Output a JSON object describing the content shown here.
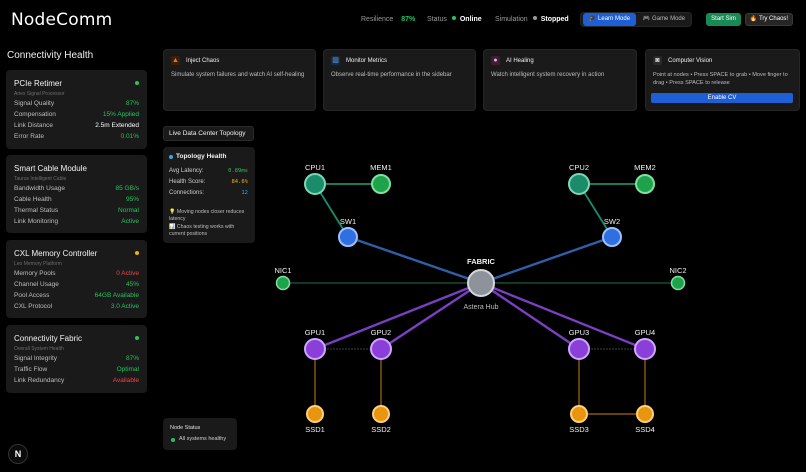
{
  "header": {
    "brand": "NodeComm",
    "resilience_label": "Resilience",
    "resilience_value": "87%",
    "status_label": "Status",
    "status_value": "Online",
    "simulation_label": "Simulation",
    "simulation_value": "Stopped",
    "learn_mode": "🎓 Learn Mode",
    "game_mode": "🎮 Game Mode",
    "start_sim": "Start Sim",
    "try_chaos": "🔥 Try Chaos!"
  },
  "sidebar": {
    "title": "Connectivity Health",
    "cards": [
      {
        "name": "PCIe Retimer",
        "sub": "Aries Signal Processor",
        "rows": [
          {
            "k": "Signal Quality",
            "v": "87%"
          },
          {
            "k": "Compensation",
            "v": "15% Applied"
          },
          {
            "k": "Link Distance",
            "v": "2.5m Extended"
          },
          {
            "k": "Error Rate",
            "v": "0.01%"
          }
        ]
      },
      {
        "name": "Smart Cable Module",
        "sub": "Taurus Intelligent Cable",
        "rows": [
          {
            "k": "Bandwidth Usage",
            "v": "85 GB/s"
          },
          {
            "k": "Cable Health",
            "v": "95%"
          },
          {
            "k": "Thermal Status",
            "v": "Normal"
          },
          {
            "k": "Link Monitoring",
            "v": "Active"
          }
        ]
      },
      {
        "name": "CXL Memory Controller",
        "sub": "Leo Memory Platform",
        "rows": [
          {
            "k": "Memory Pools",
            "v": "0 Active"
          },
          {
            "k": "Channel Usage",
            "v": "45%"
          },
          {
            "k": "Pool Access",
            "v": "64GB Available"
          },
          {
            "k": "CXL Protocol",
            "v": "3.0 Active"
          }
        ]
      },
      {
        "name": "Connectivity Fabric",
        "sub": "Overall System Health",
        "rows": [
          {
            "k": "Signal Integrity",
            "v": "87%"
          },
          {
            "k": "Traffic Flow",
            "v": "Optimal"
          },
          {
            "k": "Link Redundancy",
            "v": "Available"
          }
        ]
      }
    ]
  },
  "features": [
    {
      "title": "Inject Chaos",
      "icon": "flame-icon",
      "desc": "Simulate system failures and watch AI self-healing"
    },
    {
      "title": "Monitor Metrics",
      "icon": "chart-icon",
      "desc": "Observe real-time performance in the sidebar"
    },
    {
      "title": "AI Healing",
      "icon": "brain-icon",
      "desc": "Watch intelligent system recovery in action"
    },
    {
      "title": "Computer Vision",
      "icon": "camera-icon",
      "desc": "Point at nodes • Press SPACE to grab • Move finger to drag • Press SPACE to release",
      "button": "Enable CV"
    }
  ],
  "topology": {
    "title": "Live Data Center Topology",
    "health": {
      "title": "Topology Health",
      "rows": [
        {
          "k": "Avg Latency:",
          "v": "0.89ms"
        },
        {
          "k": "Health Score:",
          "v": "84.6%"
        },
        {
          "k": "Connections:",
          "v": "12"
        }
      ],
      "tip1": "💡 Moving nodes closer reduces latency",
      "tip2": "📊 Chaos testing works with current positions"
    },
    "hub_caption": "Astera Hub",
    "nodes": {
      "cpu1": "CPU1",
      "mem1": "MEM1",
      "cpu2": "CPU2",
      "mem2": "MEM2",
      "sw1": "SW1",
      "sw2": "SW2",
      "nic1": "NIC1",
      "nic2": "NIC2",
      "fabric": "FABRIC",
      "gpu1": "GPU1",
      "gpu2": "GPU2",
      "gpu3": "GPU3",
      "gpu4": "GPU4",
      "ssd1": "SSD1",
      "ssd2": "SSD2",
      "ssd3": "SSD3",
      "ssd4": "SSD4"
    },
    "node_status": {
      "title": "Node Status",
      "value": "All systems healthy"
    }
  },
  "colors": {
    "green": "#22c55e",
    "amber": "#f5b000",
    "red": "#ef4444",
    "blue": "#1f5fd6",
    "cpu": "#1b8c6a",
    "mem": "#1fa34a",
    "switch": "#2f6fe0",
    "gpu": "#8b3fd9",
    "ssd": "#e8960f",
    "fabric": "#8e939b"
  },
  "footer": {
    "logo_letter": "N"
  }
}
